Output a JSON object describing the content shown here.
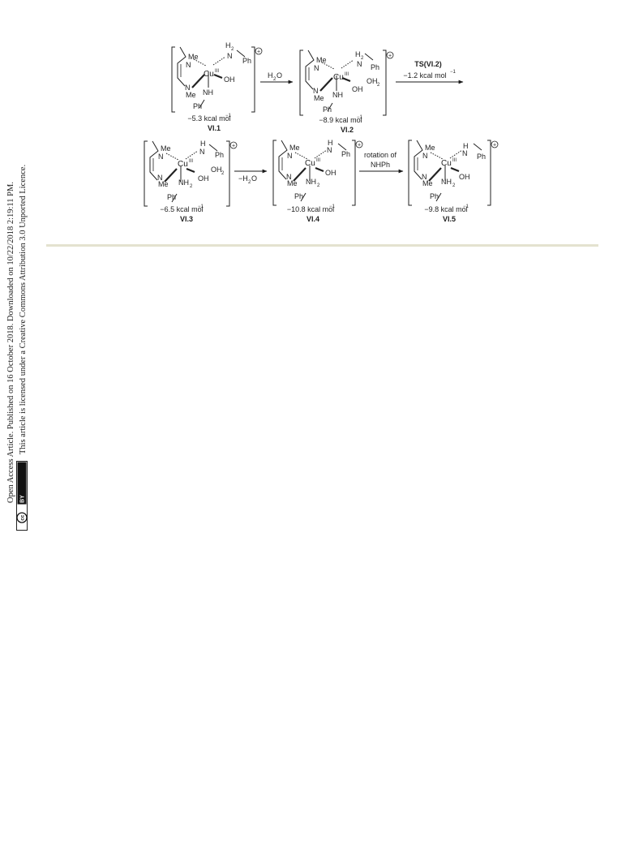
{
  "sidebar": {
    "line1": "Open Access Article. Published on 16 October 2018. Downloaded on 10/22/2018 2:19:11 PM.",
    "line2": "This article is licensed under a Creative Commons Attribution 3.0 Unported Licence.",
    "badge": {
      "cc": "cc",
      "by": "BY"
    }
  },
  "scheme": {
    "labels": {
      "me": "Me",
      "n": "N",
      "ph": "Ph",
      "cu": "Cu",
      "cu_ox": "III",
      "oh": "OH",
      "oh2": "OH",
      "nh": "NH",
      "nh2": "NH",
      "h2": "H",
      "h": "H",
      "sub2": "2",
      "plus": "+"
    },
    "arrows": {
      "a1_top": "H",
      "a1_top_sub": "2",
      "a1_top_end": "O",
      "a2_top": "TS(VI.2)",
      "a2_bottom": "−1.2 kcal mol",
      "a3_bottom": "−H",
      "a3_bottom_sub": "2",
      "a3_bottom_end": "O",
      "a4_top1": "rotation of",
      "a4_top2": "NHPh"
    },
    "species": [
      {
        "energy": "−5.3 kcal mol",
        "id": "VI.1"
      },
      {
        "energy": "−8.9 kcal mol",
        "id": "VI.2"
      },
      {
        "energy": "−6.5 kcal mol",
        "id": "VI.3"
      },
      {
        "energy": "−10.8 kcal mol",
        "id": "VI.4"
      },
      {
        "energy": "−9.8 kcal mol",
        "id": "VI.5"
      }
    ],
    "unit_sup": "−1"
  }
}
